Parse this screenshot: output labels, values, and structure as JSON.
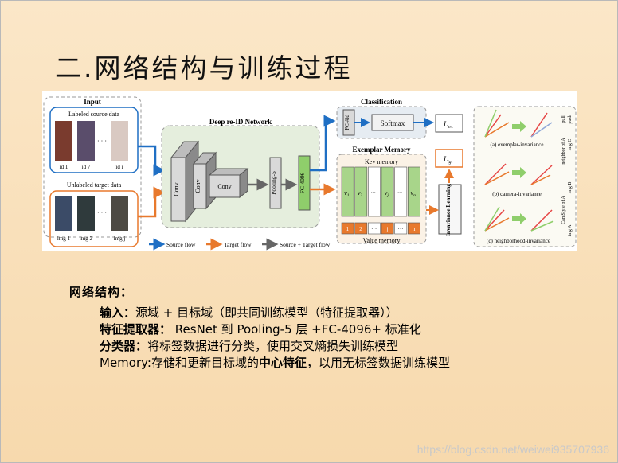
{
  "slide": {
    "title": "二.网络结构与训练过程",
    "watermark": "https://blog.csdn.net/weiwei935707936"
  },
  "figure": {
    "input": {
      "title": "Input",
      "labeled_label": "Labeled source data",
      "labeled_ids": [
        "id 1",
        "id 7",
        "id i"
      ],
      "unlabeled_label": "Unlabeled target data",
      "unlabeled_imgs": [
        "img 1",
        "img 2",
        "img j"
      ],
      "ellipsis": "· · ·"
    },
    "network": {
      "title": "Deep re-ID Network",
      "conv1": "Conv",
      "conv2": "Conv",
      "conv3": "Conv",
      "pool": "Pooling-5",
      "fc": "FC-4096"
    },
    "classification": {
      "title": "Classification",
      "fc": "FC-#id",
      "softmax": "Softmax",
      "loss": "L",
      "loss_sub": "src"
    },
    "memory": {
      "title": "Exemplar Memory",
      "key_label": "Key memory",
      "value_label": "Value memory",
      "keys": [
        "v",
        "v",
        "···",
        "v",
        "···",
        "v"
      ],
      "key_subs": [
        "1",
        "2",
        "",
        "j",
        "",
        "n"
      ],
      "values": [
        "1",
        "2",
        "···",
        "j",
        "···",
        "n"
      ],
      "loss": "L",
      "loss_sub": "tgt",
      "invariance": "Invariance Learning"
    },
    "invariance_panel": {
      "a": "(a) exemplar-invariance",
      "b": "(b) camera-invariance",
      "c": "(c) neighborhood-invariance",
      "side_labels": [
        "push",
        "pull",
        "img C",
        "neighbor of A",
        "img B",
        "CamStyle of A",
        "img A"
      ]
    },
    "legend": {
      "source": "Source flow",
      "target": "Target flow",
      "both": "Source + Target flow"
    },
    "colors": {
      "source": "#1f6fc4",
      "target": "#e8792d",
      "both": "#666666",
      "key": "#a8d58a",
      "value": "#e8792d"
    }
  },
  "notes": {
    "heading": "网络结构：",
    "lines": [
      {
        "label": "输入：",
        "text": "源域 + 目标域（即共同训练模型（特征提取器））"
      },
      {
        "label": "特征提取器：",
        "text": " ResNet 到 Pooling-5 层 +FC-4096+ 标准化"
      },
      {
        "label": "分类器：",
        "text": "将标签数据进行分类，使用交叉熵损失训练模型"
      },
      {
        "label": "Memory:",
        "text": "存储和更新目标域的",
        "bold": "中心特征",
        "tail": "，以用无标签数据训练模型"
      }
    ]
  }
}
